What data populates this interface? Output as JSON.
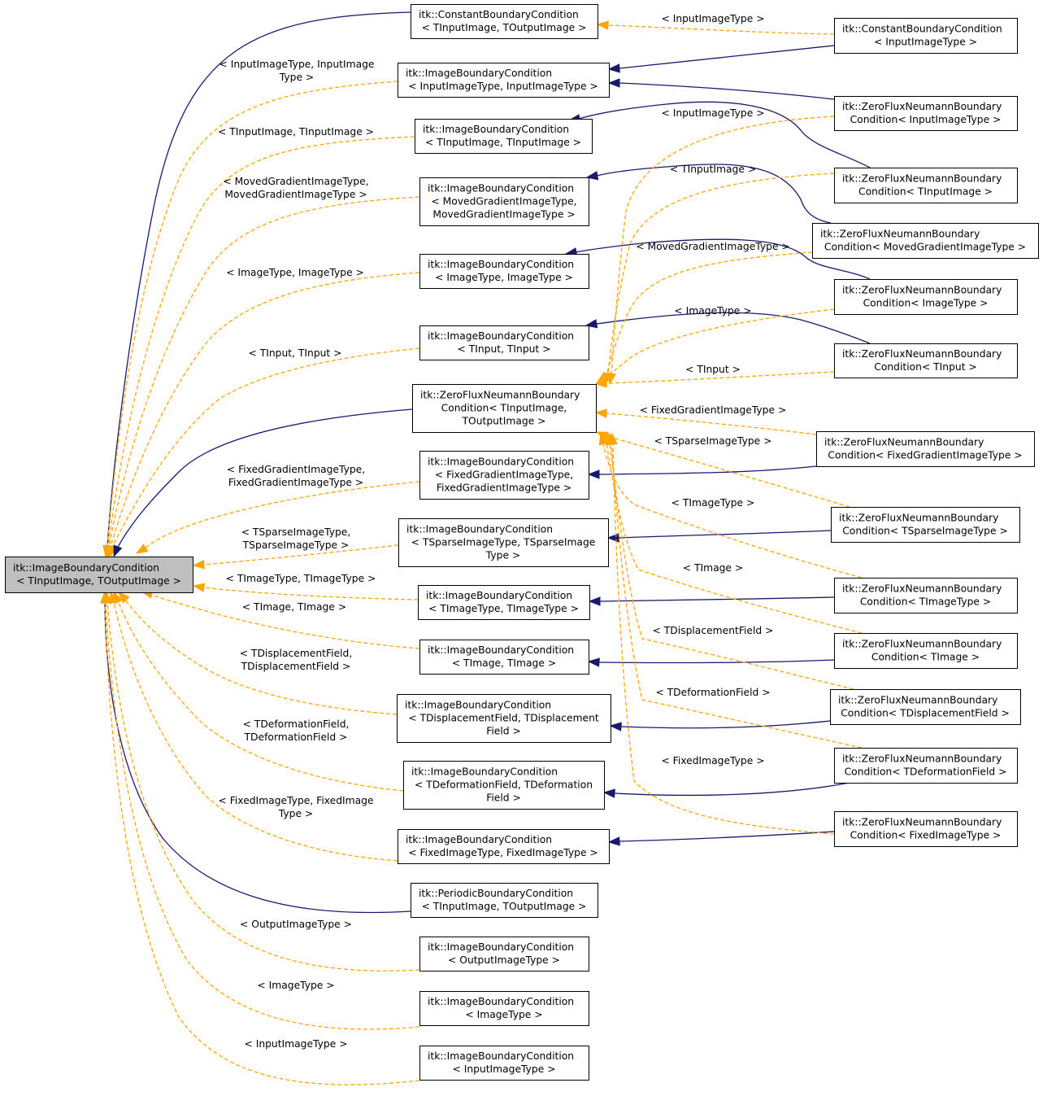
{
  "nodes": [
    {
      "id": "root",
      "lines": [
        "itk::ImageBoundaryCondition",
        "< TInputImage, TOutputImage >"
      ]
    },
    {
      "id": "cbc_io",
      "lines": [
        "itk::ConstantBoundaryCondition",
        "< TInputImage, TOutputImage >"
      ]
    },
    {
      "id": "cbc_in",
      "lines": [
        "itk::ConstantBoundaryCondition",
        "< InputImageType >"
      ]
    },
    {
      "id": "ibc_iit_iit",
      "lines": [
        "itk::ImageBoundaryCondition",
        "< InputImageType, InputImageType >"
      ]
    },
    {
      "id": "ibc_ti_ti",
      "lines": [
        "itk::ImageBoundaryCondition",
        "< TInputImage, TInputImage >"
      ]
    },
    {
      "id": "ibc_mg",
      "lines": [
        "itk::ImageBoundaryCondition",
        "< MovedGradientImageType,",
        "MovedGradientImageType >"
      ]
    },
    {
      "id": "ibc_it",
      "lines": [
        "itk::ImageBoundaryCondition",
        "< ImageType, ImageType >"
      ]
    },
    {
      "id": "ibc_tin",
      "lines": [
        "itk::ImageBoundaryCondition",
        "< TInput, TInput >"
      ]
    },
    {
      "id": "zf_io",
      "lines": [
        "itk::ZeroFluxNeumannBoundary",
        "Condition< TInputImage,",
        "TOutputImage >"
      ]
    },
    {
      "id": "ibc_fg",
      "lines": [
        "itk::ImageBoundaryCondition",
        "< FixedGradientImageType,",
        "FixedGradientImageType >"
      ]
    },
    {
      "id": "ibc_ts",
      "lines": [
        "itk::ImageBoundaryCondition",
        "< TSparseImageType, TSparseImage",
        "Type >"
      ]
    },
    {
      "id": "ibc_tit",
      "lines": [
        "itk::ImageBoundaryCondition",
        "< TImageType, TImageType >"
      ]
    },
    {
      "id": "ibc_ti",
      "lines": [
        "itk::ImageBoundaryCondition",
        "< TImage, TImage >"
      ]
    },
    {
      "id": "ibc_td",
      "lines": [
        "itk::ImageBoundaryCondition",
        "< TDisplacementField, TDisplacement",
        "Field >"
      ]
    },
    {
      "id": "ibc_tdf",
      "lines": [
        "itk::ImageBoundaryCondition",
        "< TDeformationField, TDeformation",
        "Field >"
      ]
    },
    {
      "id": "ibc_fi",
      "lines": [
        "itk::ImageBoundaryCondition",
        "< FixedImageType, FixedImageType >"
      ]
    },
    {
      "id": "pbc",
      "lines": [
        "itk::PeriodicBoundaryCondition",
        "< TInputImage, TOutputImage >"
      ]
    },
    {
      "id": "ibc_out",
      "lines": [
        "itk::ImageBoundaryCondition",
        "< OutputImageType >"
      ]
    },
    {
      "id": "ibc_img",
      "lines": [
        "itk::ImageBoundaryCondition",
        "< ImageType >"
      ]
    },
    {
      "id": "ibc_inp",
      "lines": [
        "itk::ImageBoundaryCondition",
        "< InputImageType >"
      ]
    },
    {
      "id": "zf_iit",
      "lines": [
        "itk::ZeroFluxNeumannBoundary",
        "Condition< InputImageType >"
      ]
    },
    {
      "id": "zf_tii",
      "lines": [
        "itk::ZeroFluxNeumannBoundary",
        "Condition< TInputImage >"
      ]
    },
    {
      "id": "zf_mg",
      "lines": [
        "itk::ZeroFluxNeumannBoundary",
        "Condition< MovedGradientImageType >"
      ]
    },
    {
      "id": "zf_it",
      "lines": [
        "itk::ZeroFluxNeumannBoundary",
        "Condition< ImageType >"
      ]
    },
    {
      "id": "zf_tin",
      "lines": [
        "itk::ZeroFluxNeumannBoundary",
        "Condition< TInput >"
      ]
    },
    {
      "id": "zf_fg",
      "lines": [
        "itk::ZeroFluxNeumannBoundary",
        "Condition< FixedGradientImageType >"
      ]
    },
    {
      "id": "zf_ts",
      "lines": [
        "itk::ZeroFluxNeumannBoundary",
        "Condition< TSparseImageType >"
      ]
    },
    {
      "id": "zf_tit",
      "lines": [
        "itk::ZeroFluxNeumannBoundary",
        "Condition< TImageType >"
      ]
    },
    {
      "id": "zf_ti",
      "lines": [
        "itk::ZeroFluxNeumannBoundary",
        "Condition< TImage >"
      ]
    },
    {
      "id": "zf_td",
      "lines": [
        "itk::ZeroFluxNeumannBoundary",
        "Condition< TDisplacementField >"
      ]
    },
    {
      "id": "zf_tdf",
      "lines": [
        "itk::ZeroFluxNeumannBoundary",
        "Condition< TDeformationField >"
      ]
    },
    {
      "id": "zf_fi",
      "lines": [
        "itk::ZeroFluxNeumannBoundary",
        "Condition< FixedImageType >"
      ]
    }
  ],
  "edges": [
    {
      "id": "e_cbc_root",
      "kind": "inherit",
      "from": "cbc_io",
      "to": "root"
    },
    {
      "id": "e_iit_root",
      "kind": "template",
      "from": "ibc_iit_iit",
      "to": "root",
      "label": [
        "< InputImageType, InputImage",
        "Type >"
      ]
    },
    {
      "id": "e_titi_root",
      "kind": "template",
      "from": "ibc_ti_ti",
      "to": "root",
      "label": [
        "< TInputImage, TInputImage >"
      ]
    },
    {
      "id": "e_mg_root",
      "kind": "template",
      "from": "ibc_mg",
      "to": "root",
      "label": [
        "< MovedGradientImageType,",
        "MovedGradientImageType >"
      ]
    },
    {
      "id": "e_it_root",
      "kind": "template",
      "from": "ibc_it",
      "to": "root",
      "label": [
        "< ImageType, ImageType >"
      ]
    },
    {
      "id": "e_tin_root",
      "kind": "template",
      "from": "ibc_tin",
      "to": "root",
      "label": [
        "< TInput, TInput >"
      ]
    },
    {
      "id": "e_zf_root",
      "kind": "inherit",
      "from": "zf_io",
      "to": "root"
    },
    {
      "id": "e_fg_root",
      "kind": "template",
      "from": "ibc_fg",
      "to": "root",
      "label": [
        "< FixedGradientImageType,",
        "FixedGradientImageType >"
      ]
    },
    {
      "id": "e_ts_root",
      "kind": "template",
      "from": "ibc_ts",
      "to": "root",
      "label": [
        "< TSparseImageType,",
        "TSparseImageType >"
      ]
    },
    {
      "id": "e_tit_root",
      "kind": "template",
      "from": "ibc_tit",
      "to": "root",
      "label": [
        "< TImageType, TImageType >"
      ]
    },
    {
      "id": "e_ti_root",
      "kind": "template",
      "from": "ibc_ti",
      "to": "root",
      "label": [
        "< TImage, TImage >"
      ]
    },
    {
      "id": "e_td_root",
      "kind": "template",
      "from": "ibc_td",
      "to": "root",
      "label": [
        "< TDisplacementField,",
        "TDisplacementField >"
      ]
    },
    {
      "id": "e_tdf_root",
      "kind": "template",
      "from": "ibc_tdf",
      "to": "root",
      "label": [
        "< TDeformationField,",
        "TDeformationField >"
      ]
    },
    {
      "id": "e_fi_root",
      "kind": "template",
      "from": "ibc_fi",
      "to": "root",
      "label": [
        "< FixedImageType, FixedImage",
        "Type >"
      ]
    },
    {
      "id": "e_pbc_root",
      "kind": "inherit",
      "from": "pbc",
      "to": "root"
    },
    {
      "id": "e_out_root",
      "kind": "template",
      "from": "ibc_out",
      "to": "root",
      "label": [
        "< OutputImageType >"
      ]
    },
    {
      "id": "e_img_root",
      "kind": "template",
      "from": "ibc_img",
      "to": "root",
      "label": [
        "< ImageType >"
      ]
    },
    {
      "id": "e_inp_root",
      "kind": "template",
      "from": "ibc_inp",
      "to": "root",
      "label": [
        "< InputImageType >"
      ]
    },
    {
      "id": "e_cbcin_cbc",
      "kind": "template",
      "from": "cbc_in",
      "to": "cbc_io",
      "label": [
        "< InputImageType >"
      ]
    },
    {
      "id": "e_cbcin_iit",
      "kind": "inherit",
      "from": "cbc_in",
      "to": "ibc_iit_iit"
    },
    {
      "id": "e_zfiit_iit",
      "kind": "inherit",
      "from": "zf_iit",
      "to": "ibc_iit_iit"
    },
    {
      "id": "e_zftii_titi",
      "kind": "inherit",
      "from": "zf_tii",
      "to": "ibc_ti_ti"
    },
    {
      "id": "e_zfmg_mg",
      "kind": "inherit",
      "from": "zf_mg",
      "to": "ibc_mg"
    },
    {
      "id": "e_zfit_it",
      "kind": "inherit",
      "from": "zf_it",
      "to": "ibc_it"
    },
    {
      "id": "e_zftin_tin",
      "kind": "inherit",
      "from": "zf_tin",
      "to": "ibc_tin"
    },
    {
      "id": "e_zffg_fg",
      "kind": "inherit",
      "from": "zf_fg",
      "to": "ibc_fg"
    },
    {
      "id": "e_zfts_ts",
      "kind": "inherit",
      "from": "zf_ts",
      "to": "ibc_ts"
    },
    {
      "id": "e_zftit_tit",
      "kind": "inherit",
      "from": "zf_tit",
      "to": "ibc_tit"
    },
    {
      "id": "e_zfti_ti",
      "kind": "inherit",
      "from": "zf_ti",
      "to": "ibc_ti"
    },
    {
      "id": "e_zftd_td",
      "kind": "inherit",
      "from": "zf_td",
      "to": "ibc_td"
    },
    {
      "id": "e_zftdf_tdf",
      "kind": "inherit",
      "from": "zf_tdf",
      "to": "ibc_tdf"
    },
    {
      "id": "e_zffi_fi",
      "kind": "inherit",
      "from": "zf_fi",
      "to": "ibc_fi"
    },
    {
      "id": "e_zfiit_zf",
      "kind": "template",
      "from": "zf_iit",
      "to": "zf_io",
      "label": [
        "< InputImageType >"
      ]
    },
    {
      "id": "e_zftii_zf",
      "kind": "template",
      "from": "zf_tii",
      "to": "zf_io",
      "label": [
        "< TInputImage >"
      ]
    },
    {
      "id": "e_zfmg_zf",
      "kind": "template",
      "from": "zf_mg",
      "to": "zf_io",
      "label": [
        "< MovedGradientImageType >"
      ]
    },
    {
      "id": "e_zfit_zf",
      "kind": "template",
      "from": "zf_it",
      "to": "zf_io",
      "label": [
        "< ImageType >"
      ]
    },
    {
      "id": "e_zftin_zf",
      "kind": "template",
      "from": "zf_tin",
      "to": "zf_io",
      "label": [
        "< TInput >"
      ]
    },
    {
      "id": "e_zffg_zf",
      "kind": "template",
      "from": "zf_fg",
      "to": "zf_io",
      "label": [
        "< FixedGradientImageType >"
      ]
    },
    {
      "id": "e_zfts_zf",
      "kind": "template",
      "from": "zf_ts",
      "to": "zf_io",
      "label": [
        "< TSparseImageType >"
      ]
    },
    {
      "id": "e_zftit_zf",
      "kind": "template",
      "from": "zf_tit",
      "to": "zf_io",
      "label": [
        "< TImageType >"
      ]
    },
    {
      "id": "e_zfti_zf",
      "kind": "template",
      "from": "zf_ti",
      "to": "zf_io",
      "label": [
        "< TImage >"
      ]
    },
    {
      "id": "e_zftd_zf",
      "kind": "template",
      "from": "zf_td",
      "to": "zf_io",
      "label": [
        "< TDisplacementField >"
      ]
    },
    {
      "id": "e_zftdf_zf",
      "kind": "template",
      "from": "zf_tdf",
      "to": "zf_io",
      "label": [
        "< TDeformationField >"
      ]
    },
    {
      "id": "e_zffi_zf",
      "kind": "template",
      "from": "zf_fi",
      "to": "zf_io",
      "label": [
        "< FixedImageType >"
      ]
    }
  ]
}
